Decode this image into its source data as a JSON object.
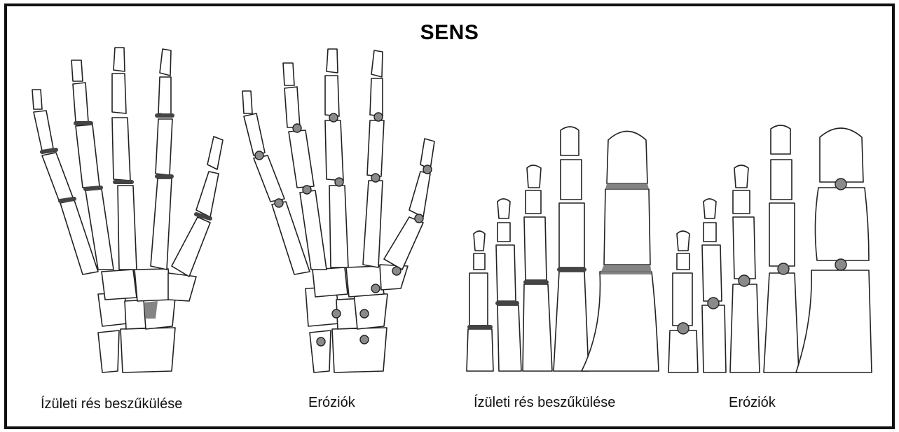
{
  "title": "SENS",
  "captions": {
    "hand_narrowing": "Ízületi rés beszűkülése",
    "hand_erosions": "Eróziók",
    "foot_narrowing": "Ízületi rés beszűkülése",
    "foot_erosions": "Eróziók"
  },
  "colors": {
    "erosion": "#8a8a8a",
    "narrowing": "#555555",
    "border": "#111111"
  }
}
